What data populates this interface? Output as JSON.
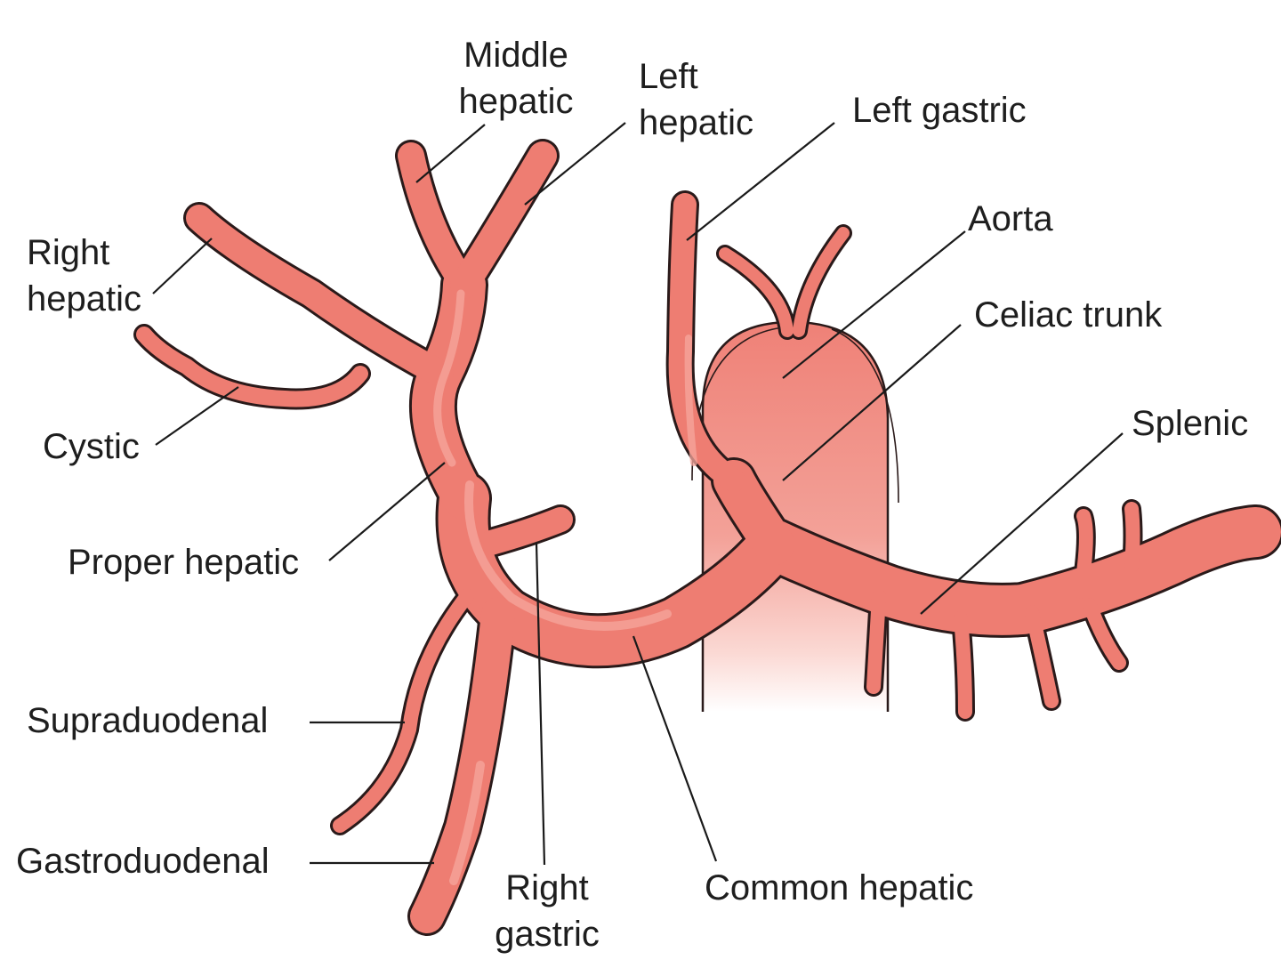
{
  "labels": {
    "middle_hepatic": [
      "Middle",
      "hepatic"
    ],
    "left_hepatic": [
      "Left",
      "hepatic"
    ],
    "left_gastric": "Left gastric",
    "aorta": "Aorta",
    "celiac_trunk": "Celiac trunk",
    "splenic": "Splenic",
    "right_hepatic": [
      "Right",
      "hepatic"
    ],
    "cystic": "Cystic",
    "proper_hepatic": "Proper hepatic",
    "supraduodenal": "Supraduodenal",
    "gastroduodenal": "Gastroduodenal",
    "right_gastric": [
      "Right",
      "gastric"
    ],
    "common_hepatic": "Common hepatic"
  },
  "colors": {
    "vessel": "#ee7d72",
    "vessel_highlight": "#f6a79e",
    "outline": "#2a1a1a",
    "aorta": "#f08a80"
  }
}
